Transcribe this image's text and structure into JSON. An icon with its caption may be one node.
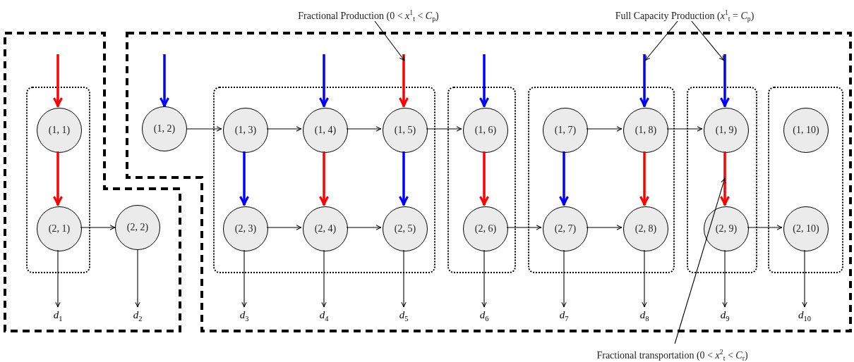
{
  "diagram": {
    "nodes": [
      {
        "text": [],
        "shape": "box"
      },
      {
        "text": [],
        "shape": "box",
        "in": 0
      },
      {
        "text": [
          "(1, 1)"
        ],
        "in": 1
      },
      {
        "text": [
          "(2, 1)"
        ],
        "in": 1
      },
      {
        "text": [
          "(2, 2)"
        ],
        "in": 0
      },
      {
        "text": [
          "*d*$_{1}$"
        ],
        "in": 0
      },
      {
        "text": [
          "*d*$_{2}$"
        ],
        "in": 0
      },
      {
        "text": [],
        "shape": "box"
      },
      {
        "text": [
          "(1, 2)"
        ],
        "in": 7
      },
      {
        "text": [],
        "shape": "box",
        "in": 7
      },
      {
        "text": [
          "(1, 3)"
        ],
        "in": 9
      },
      {
        "text": [
          "(1, 4)"
        ],
        "in": 9
      },
      {
        "text": [
          "(1, 5)"
        ],
        "in": 9
      },
      {
        "text": [
          "(2, 3)"
        ],
        "in": 9
      },
      {
        "text": [
          "(2, 4)"
        ],
        "in": 9
      },
      {
        "text": [
          "(2, 5)"
        ],
        "in": 9
      },
      {
        "text": [],
        "shape": "box",
        "in": 7
      },
      {
        "text": [
          "(1, 6)"
        ],
        "in": 16
      },
      {
        "text": [
          "(2, 6)"
        ],
        "in": 16
      },
      {
        "text": [],
        "shape": "box",
        "in": 7
      },
      {
        "text": [
          "(1, 7)"
        ],
        "in": 19
      },
      {
        "text": [
          "(1, 8)"
        ],
        "in": 19
      },
      {
        "text": [
          "(2, 7)"
        ],
        "in": 19
      },
      {
        "text": [
          "(2, 8)"
        ],
        "in": 19
      },
      {
        "text": [],
        "shape": "box",
        "in": 7
      },
      {
        "text": [
          "(1, 9)"
        ],
        "in": 24
      },
      {
        "text": [
          "(2, 9)"
        ],
        "in": 24
      },
      {
        "text": [],
        "shape": "box",
        "in": 7
      },
      {
        "text": [
          "(1, 10)"
        ],
        "in": 27
      },
      {
        "text": [
          "(2, 10)"
        ],
        "in": 27
      },
      {
        "text": [
          "*d*$_{3}$"
        ],
        "in": 7
      },
      {
        "text": [
          "*d*$_{4}$"
        ],
        "in": 7
      },
      {
        "text": [
          "*d*$_{5}$"
        ],
        "in": 7
      },
      {
        "text": [
          "*d*$_{6}$"
        ],
        "in": 7
      },
      {
        "text": [
          "*d*$_{7}$"
        ],
        "in": 7
      },
      {
        "text": [
          "*d*$_{8}$"
        ],
        "in": 7
      },
      {
        "text": [
          "*d*$_{9}$"
        ],
        "in": 7
      },
      {
        "text": [
          "*d*$_{10}$"
        ],
        "in": 7
      },
      {
        "text": [
          "Fractional Production (0 < *x*$^{1}$$_{t}$ < *C*$_{p}$)"
        ]
      },
      {
        "text": [
          "Full Capacity Production (*x*$^{1}$$_{t}$ = *C*$_{p}$)"
        ]
      },
      {
        "text": [
          "Fractional transportation (0 < *x*$^{2}$$_{t}$ < *C*$_{r}$)"
        ]
      }
    ],
    "edges": [
      {
        "from": null,
        "to": 2,
        "arrow": "to",
        "style": "thick",
        "color": "#ff0000"
      },
      {
        "from": 2,
        "to": 3,
        "arrow": "to",
        "style": "thick",
        "color": "#ff0000"
      },
      {
        "from": 3,
        "to": 4,
        "arrow": "to"
      },
      {
        "from": 3,
        "to": 5,
        "arrow": "to"
      },
      {
        "from": 4,
        "to": 6,
        "arrow": "to"
      },
      {
        "from": null,
        "to": 8,
        "arrow": "to",
        "style": "thick",
        "color": "#0000ff"
      },
      {
        "from": 8,
        "to": 10,
        "arrow": "to"
      },
      {
        "from": 10,
        "to": 11,
        "arrow": "to"
      },
      {
        "from": 11,
        "to": 12,
        "arrow": "to"
      },
      {
        "from": 12,
        "to": 17,
        "arrow": "to"
      },
      {
        "from": null,
        "to": 11,
        "arrow": "to",
        "style": "thick",
        "color": "#0000ff"
      },
      {
        "from": null,
        "to": 12,
        "arrow": "to",
        "style": "thick",
        "color": "#ff0000"
      },
      {
        "from": 10,
        "to": 13,
        "arrow": "to",
        "style": "thick",
        "color": "#0000ff"
      },
      {
        "from": 11,
        "to": 14,
        "arrow": "to",
        "style": "thick",
        "color": "#ff0000"
      },
      {
        "from": 12,
        "to": 15,
        "arrow": "to",
        "style": "thick",
        "color": "#0000ff"
      },
      {
        "from": 13,
        "to": 14,
        "arrow": "to"
      },
      {
        "from": 14,
        "to": 15,
        "arrow": "to"
      },
      {
        "from": 13,
        "to": 30,
        "arrow": "to"
      },
      {
        "from": 14,
        "to": 31,
        "arrow": "to"
      },
      {
        "from": 15,
        "to": 32,
        "arrow": "to"
      },
      {
        "from": null,
        "to": 17,
        "arrow": "to",
        "style": "thick",
        "color": "#0000ff"
      },
      {
        "from": 17,
        "to": 18,
        "arrow": "to",
        "style": "thick",
        "color": "#ff0000"
      },
      {
        "from": 18,
        "to": 22,
        "arrow": "to"
      },
      {
        "from": 18,
        "to": 33,
        "arrow": "to"
      },
      {
        "from": 20,
        "to": 21,
        "arrow": "to"
      },
      {
        "from": 20,
        "to": 22,
        "arrow": "to",
        "style": "thick",
        "color": "#0000ff"
      },
      {
        "from": 21,
        "to": 23,
        "arrow": "to",
        "style": "thick",
        "color": "#ff0000"
      },
      {
        "from": null,
        "to": 21,
        "arrow": "to",
        "style": "thick",
        "color": "#0000ff"
      },
      {
        "from": 21,
        "to": 25,
        "arrow": "to"
      },
      {
        "from": 22,
        "to": 23,
        "arrow": "to"
      },
      {
        "from": 22,
        "to": 34,
        "arrow": "to"
      },
      {
        "from": 23,
        "to": 35,
        "arrow": "to"
      },
      {
        "from": null,
        "to": 25,
        "arrow": "to",
        "style": "thick",
        "color": "#0000ff"
      },
      {
        "from": 25,
        "to": 26,
        "arrow": "to",
        "style": "thick",
        "color": "#ff0000"
      },
      {
        "from": 26,
        "to": 29,
        "arrow": "to"
      },
      {
        "from": 26,
        "to": 36,
        "arrow": "to"
      },
      {
        "from": 29,
        "to": 37,
        "arrow": "to"
      },
      {
        "from": 38,
        "to": null,
        "arrow": "to"
      },
      {
        "from": 39,
        "to": null,
        "arrow": "to"
      },
      {
        "from": 39,
        "to": null,
        "arrow": "to"
      },
      {
        "from": 40,
        "to": null,
        "arrow": "to"
      }
    ]
  }
}
